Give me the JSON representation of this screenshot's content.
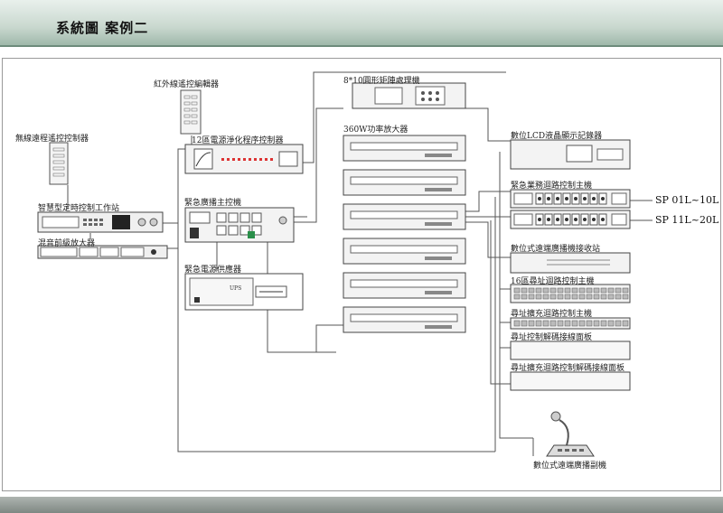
{
  "header": {
    "title": "系統圖 案例二"
  },
  "labels": {
    "ir_editor": "紅外線遙控編輯器",
    "wireless_remote": "無線遠程遙控控制器",
    "smart_workstation": "智慧型定時控制工作站",
    "mixer_preamp": "混音前級放大器",
    "power_sequencer": "12區電源淨化程序控制器",
    "emergency_main": "緊急廣播主控機",
    "emergency_power": "緊急電源供應器",
    "matrix": "8*10圓形矩陣處理機",
    "amplifier": "360W功率放大器",
    "lcd_recorder": "數位LCD液晶顯示記錄器",
    "emergency_loop": "緊急業務迴路控制主機",
    "remote_receiver": "數位式遠端廣播機接收站",
    "address_16": "16區尋址迴路控制主機",
    "address_ext": "尋址擴充迴路控制主機",
    "address_decode": "尋址控制解碼接線面板",
    "address_ext_decode": "尋址擴充迴路控制解碼接線面板",
    "remote_mic": "數位式遠端廣播副機",
    "sp1": "SP 01L~10L",
    "sp2": "SP 11L~20L",
    "ups_text": "UPS"
  },
  "colors": {
    "line": "#555555",
    "device_fill": "#f2f2f2",
    "device_stroke": "#444444"
  }
}
